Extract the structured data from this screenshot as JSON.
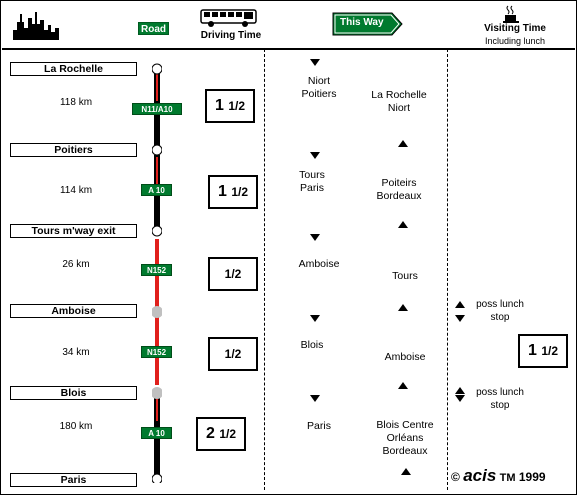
{
  "header": {
    "road_label": "Road",
    "driving_time_label": "Driving Time",
    "this_way_label": "This Way",
    "visiting_time_label": "Visiting Time",
    "visiting_time_sub": "Including lunch"
  },
  "towns": [
    "La Rochelle",
    "Poitiers",
    "Tours m'way exit",
    "Amboise",
    "Blois",
    "Paris"
  ],
  "legs": [
    {
      "distance": "118 km",
      "road": "N11/A10",
      "time_whole": "1",
      "time_frac": "1/2"
    },
    {
      "distance": "114 km",
      "road": "A 10",
      "time_whole": "1",
      "time_frac": "1/2"
    },
    {
      "distance": "26 km",
      "road": "N152",
      "time_whole": "",
      "time_frac": "1/2"
    },
    {
      "distance": "34 km",
      "road": "N152",
      "time_whole": "",
      "time_frac": "1/2"
    },
    {
      "distance": "180 km",
      "road": "A 10",
      "time_whole": "2",
      "time_frac": "1/2"
    }
  ],
  "outbound": [
    "Niort\nPoitiers",
    "Tours\nParis",
    "Amboise",
    "Blois",
    "Paris"
  ],
  "return": [
    "La Rochelle\nNiort",
    "Poiteirs\nBordeaux",
    "Tours",
    "Amboise",
    "Blois Centre\nOrléans\nBordeaux"
  ],
  "visit_notes": [
    "poss lunch\nstop",
    "poss lunch\nstop"
  ],
  "visit_time": {
    "whole": "1",
    "frac": "1/2"
  },
  "copyright": {
    "symbol": "©",
    "brand": "acis",
    "tm": "TM",
    "year": "1999"
  },
  "colors": {
    "road_green": "#007a2e",
    "route_red": "#e0201c",
    "route_black": "#000000",
    "node_grey": "#c0c0c0"
  }
}
